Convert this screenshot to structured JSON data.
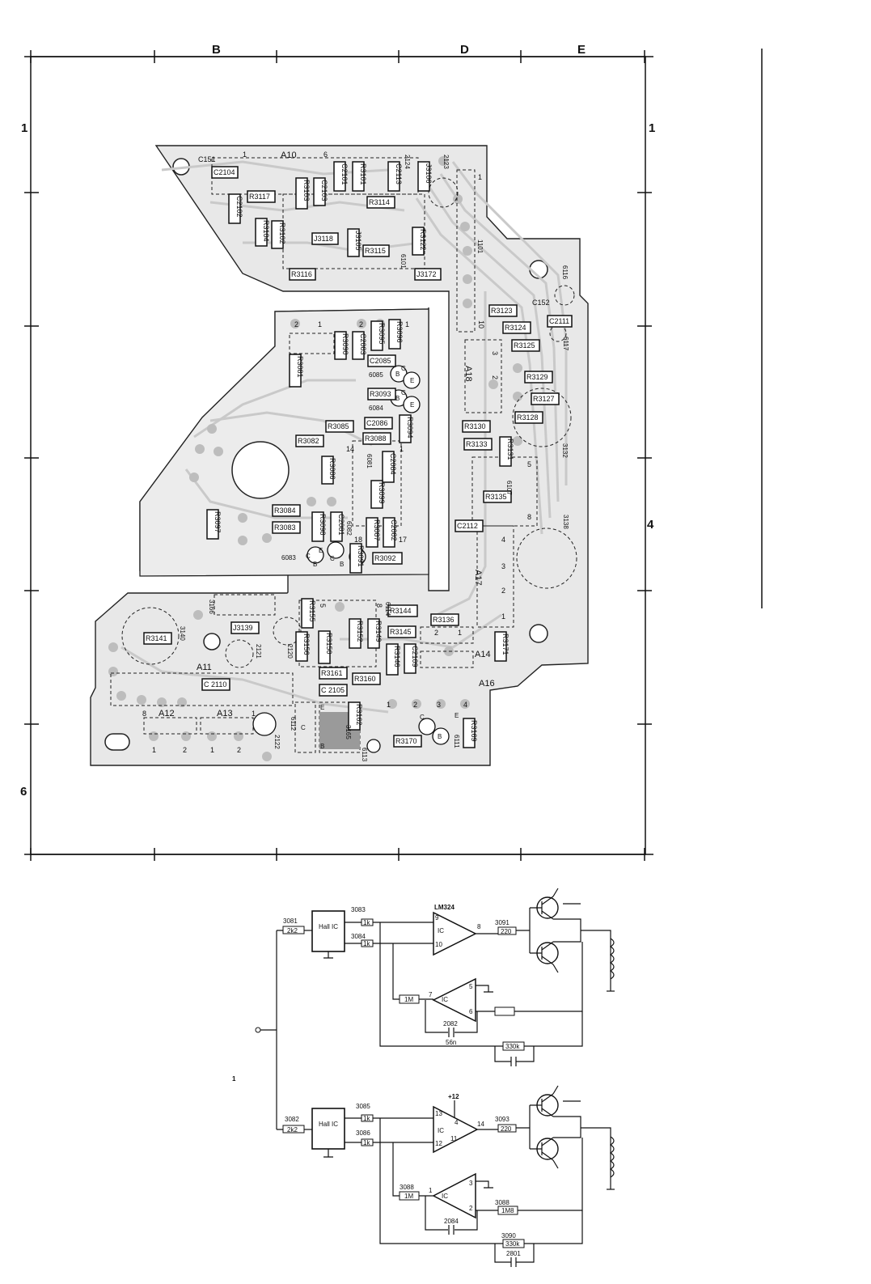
{
  "frame": {
    "column_labels": [
      "B",
      "D",
      "E"
    ],
    "row_labels": [
      "1",
      "1",
      "4",
      "6"
    ]
  },
  "board": {
    "section_labels": [
      "A10",
      "A11",
      "A12",
      "A13",
      "A14",
      "A16",
      "A17",
      "A18"
    ],
    "top_components": [
      "C2104",
      "C2102",
      "R3117",
      "R3104",
      "R3102",
      "R3103",
      "C2103",
      "C2101",
      "R3101",
      "C2113",
      "J3106",
      "R3114",
      "J3118",
      "J3105",
      "R3115",
      "R3122",
      "R3116",
      "J3172",
      "C151"
    ],
    "center_components": [
      "R3090",
      "C2083",
      "R3095",
      "R3096",
      "R3081",
      "C2085",
      "R3093",
      "R3094",
      "R3085",
      "C2086",
      "R3088",
      "R3082",
      "C2084",
      "R3086",
      "R3099",
      "R3084",
      "R3083",
      "R3098",
      "C2081",
      "R3087",
      "C2082",
      "R3091",
      "R3092",
      "R3097"
    ],
    "right_components": [
      "R3123",
      "C152",
      "C2111",
      "R3124",
      "R3125",
      "R3129",
      "R3127",
      "R3128",
      "R3130",
      "R3133",
      "R3131",
      "R3135",
      "C2112"
    ],
    "bottom_components": [
      "R3141",
      "J3139",
      "R3155",
      "R3156",
      "R3150",
      "R3152",
      "R3149",
      "R3144",
      "R3145",
      "R3146",
      "C2109",
      "R3136",
      "R3171",
      "C 2110",
      "R3161",
      "R3160",
      "C 2105",
      "R3162",
      "R3170",
      "R3169"
    ],
    "part_ids": [
      "6101",
      "6116",
      "6117",
      "6085",
      "6084",
      "6081",
      "6082",
      "6083",
      "6107",
      "6114",
      "6112",
      "6113",
      "6111",
      "2123",
      "2124",
      "1101",
      "3132",
      "3138",
      "3140",
      "3166",
      "2120",
      "2121",
      "2122",
      "3165"
    ],
    "transistor_pins": [
      "C",
      "B",
      "E"
    ],
    "connector_pins": [
      "1",
      "2",
      "3",
      "4",
      "5",
      "6",
      "8",
      "10",
      "14",
      "17",
      "18"
    ]
  },
  "schematic": {
    "top": {
      "hall_label": "Hall IC",
      "r_in": {
        "id": "3081",
        "value": "2k2"
      },
      "r_a": {
        "id": "3083",
        "value": "1k"
      },
      "r_b": {
        "id": "3084",
        "value": "1k"
      },
      "opamp_label": "LM324",
      "opamp_ic": "IC",
      "pins_main": [
        "9",
        "10",
        "8"
      ],
      "r_out": {
        "id": "3091",
        "value": "220"
      },
      "fb_r": "1M",
      "fb_ic": "IC",
      "fb_pins": [
        "7",
        "5",
        "6"
      ],
      "cap": {
        "id": "2082",
        "value": "56n"
      },
      "r_330k": "330k"
    },
    "bottom": {
      "hall_label": "Hall IC",
      "supply": "+12",
      "r_in": {
        "id": "3082",
        "value": "2k2"
      },
      "r_a": {
        "id": "3085",
        "value": "1k"
      },
      "r_b": {
        "id": "3086",
        "value": "1k"
      },
      "opamp_ic": "IC",
      "pins_main": [
        "13",
        "12",
        "4",
        "11",
        "14"
      ],
      "r_out": {
        "id": "3093",
        "value": "220"
      },
      "fb_r": {
        "id": "3088",
        "value": "1M"
      },
      "fb_ic": "IC",
      "fb_pins": [
        "1",
        "3",
        "2"
      ],
      "r_1m8": {
        "id": "3088",
        "value": "1M8"
      },
      "cap": {
        "id": "2084"
      },
      "r_330k": {
        "id": "3090",
        "value": "330k"
      },
      "cap2": {
        "id": "2801"
      }
    },
    "side_label": "1"
  }
}
